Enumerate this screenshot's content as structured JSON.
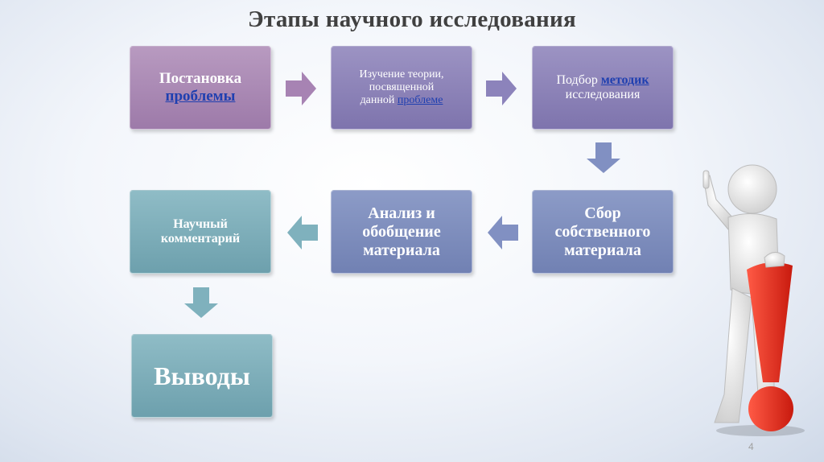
{
  "title": "Этапы научного исследования",
  "steps": {
    "s1": {
      "line1": "Постановка",
      "line2": "проблемы"
    },
    "s2": {
      "line1": "Изучение теории,",
      "line2": "посвященной",
      "line3a": "данной",
      "line3b": "проблеме"
    },
    "s3": {
      "line1a": "Подбор",
      "line1b": "методик",
      "line2": "исследования"
    },
    "s4": {
      "line1": "Сбор",
      "line2": "собственного",
      "line3": "материала"
    },
    "s5": {
      "line1": "Анализ и",
      "line2": "обобщение",
      "line3": "материала"
    },
    "s6": {
      "line1": "Научный",
      "line2": "комментарий"
    },
    "s7": {
      "line1": "Выводы"
    }
  },
  "page_number": "4",
  "colors": {
    "purple": "#9d7aa9",
    "indigo": "#7e74ad",
    "slate": "#7181b3",
    "teal": "#6da0ad",
    "link_blue": "#1f3fb0",
    "exclamation_red": "#e02a1c"
  },
  "icons": [
    "arrow-right-icon",
    "arrow-down-icon",
    "arrow-left-icon",
    "person-with-exclamation-icon"
  ]
}
